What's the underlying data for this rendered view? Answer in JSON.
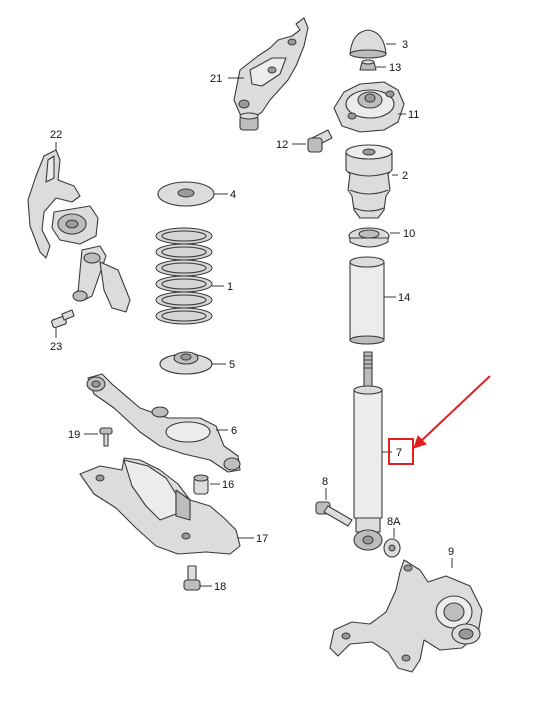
{
  "callouts": {
    "p1": "1",
    "p2": "2",
    "p3": "3",
    "p4": "4",
    "p5": "5",
    "p6": "6",
    "p7": "7",
    "p8": "8",
    "p8a": "8A",
    "p9": "9",
    "p10": "10",
    "p11": "11",
    "p12": "12",
    "p13": "13",
    "p14": "14",
    "p16": "16",
    "p17": "17",
    "p18": "18",
    "p19": "19",
    "p21": "21",
    "p22": "22",
    "p23": "23"
  },
  "highlight": {
    "part": "7",
    "color": "#e02020"
  }
}
